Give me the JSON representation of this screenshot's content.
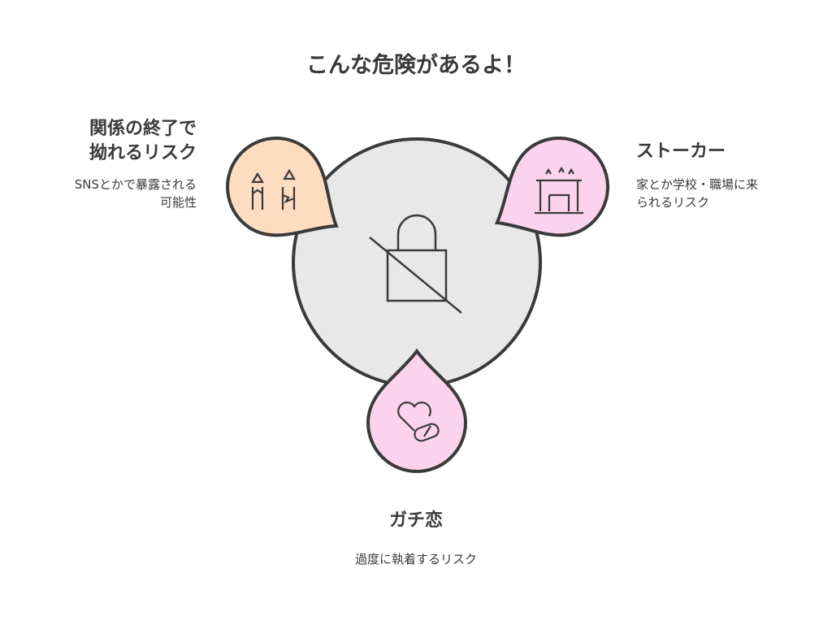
{
  "title": "こんな危険があるよ！",
  "center": {
    "icon": "lock-slash-icon",
    "fill": "#e8e8e8"
  },
  "items": [
    {
      "heading_line1": "関係の終了で",
      "heading_line2": "拗れるリスク",
      "desc_line1": "SNSとかで暴露される",
      "desc_line2": "可能性",
      "icon": "broken-candles-icon",
      "color": "#fddcc0"
    },
    {
      "heading": "ストーカー",
      "desc_line1": "家とか学校・職場に来",
      "desc_line2": "られるリスク",
      "icon": "building-icon",
      "color": "#fcd3ee"
    },
    {
      "heading": "ガチ恋",
      "desc": "過度に執着するリスク",
      "icon": "heart-pill-icon",
      "color": "#fcd3ee"
    }
  ]
}
